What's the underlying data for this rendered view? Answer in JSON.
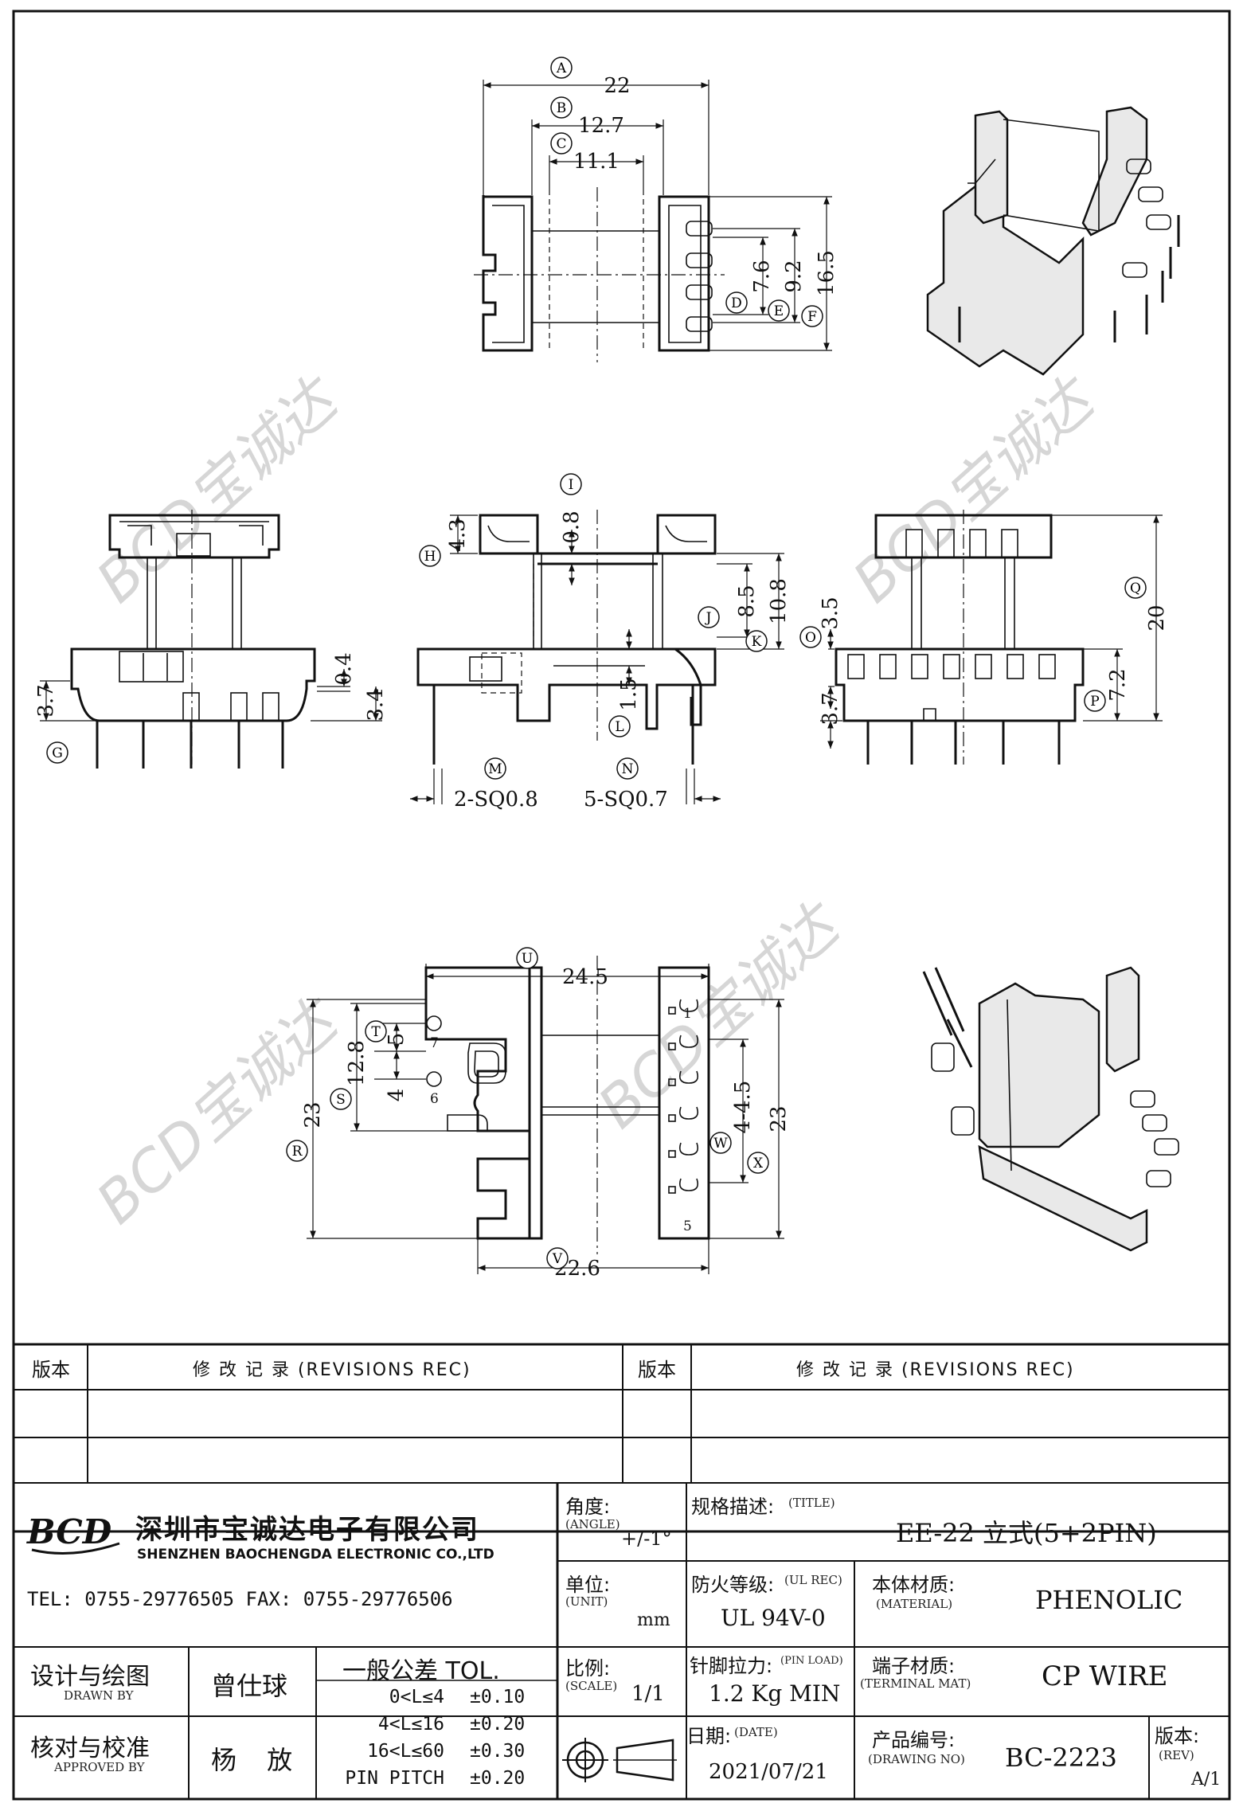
{
  "drawing": {
    "dims": {
      "A": "22",
      "B": "12.7",
      "C": "11.1",
      "D": "7.6",
      "E": "9.2",
      "F": "16.5",
      "G": "3.7",
      "G2": "0.4",
      "G3": "3.4",
      "H": "4.3",
      "I": "0.8",
      "J": "8.5",
      "K": "10.8",
      "L": "1.5",
      "M": "2-SQ0.8",
      "N": "5-SQ0.7",
      "O": "3.5",
      "O2": "3.7",
      "P": "7.2",
      "Q": "20",
      "U": "24.5",
      "T": "5",
      "T2": "4",
      "S": "12.8",
      "R": "23",
      "W": "4-4.5",
      "X": "23",
      "V": "22.6"
    },
    "callouts": [
      "A",
      "B",
      "C",
      "D",
      "E",
      "F",
      "G",
      "H",
      "I",
      "J",
      "K",
      "L",
      "M",
      "N",
      "O",
      "P",
      "Q",
      "R",
      "S",
      "T",
      "U",
      "V",
      "W",
      "X"
    ],
    "pin_labels": [
      "1",
      "5",
      "6",
      "7"
    ],
    "watermark": "BCD宝诚达"
  },
  "revisions": {
    "left_header_ver": "版本",
    "left_header_rec": "修 改 记 录 (REVISIONS REC)",
    "right_header_ver": "版本",
    "right_header_rec": "修 改 记 录 (REVISIONS REC)"
  },
  "company": {
    "logo_text": "BCD",
    "name_cn": "深圳市宝诚达电子有限公司",
    "name_en": "SHENZHEN BAOCHENGDA ELECTRONIC CO.,LTD",
    "tel_fax": "TEL: 0755-29776505  FAX: 0755-29776506"
  },
  "title_block": {
    "angle_label": "角度:",
    "angle_sub": "(ANGLE)",
    "angle_value": "+/-1°",
    "title_label": "规格描述:",
    "title_sub": "(TITLE)",
    "title_value": "EE-22 立式(5+2PIN)",
    "unit_label": "单位:",
    "unit_sub": "(UNIT)",
    "unit_value": "mm",
    "ul_label": "防火等级:",
    "ul_sub": "(UL REC)",
    "ul_value": "UL 94V-0",
    "material_label": "本体材质:",
    "material_sub": "(MATERIAL)",
    "material_value": "PHENOLIC",
    "designer_label": "设计与绘图",
    "designer_sub": "DRAWN BY",
    "designer_value": "曾仕球",
    "tol_title": "一般公差 TOL.",
    "tol_rows": [
      {
        "range": "0<L≤4",
        "tol": "±0.10"
      },
      {
        "range": "4<L≤16",
        "tol": "±0.20"
      },
      {
        "range": "16<L≤60",
        "tol": "±0.30"
      },
      {
        "range": "PIN PITCH",
        "tol": "±0.20"
      }
    ],
    "scale_label": "比例:",
    "scale_sub": "(SCALE)",
    "scale_value": "1/1",
    "pinload_label": "针脚拉力:",
    "pinload_sub": "(PIN LOAD)",
    "pinload_value": "1.2 Kg MIN",
    "terminal_label": "端子材质:",
    "terminal_sub": "(TERMINAL MAT)",
    "terminal_value": "CP WIRE",
    "checker_label": "核对与校准",
    "checker_sub": "APPROVED BY",
    "checker_value": "杨 放",
    "date_label": "日期:",
    "date_sub": "(DATE)",
    "date_value": "2021/07/21",
    "drawing_no_label": "产品编号:",
    "drawing_no_sub": "(DRAWING NO)",
    "drawing_no_value": "BC-2223",
    "rev_label": "版本:",
    "rev_sub": "(REV)",
    "rev_value": "A/1"
  }
}
